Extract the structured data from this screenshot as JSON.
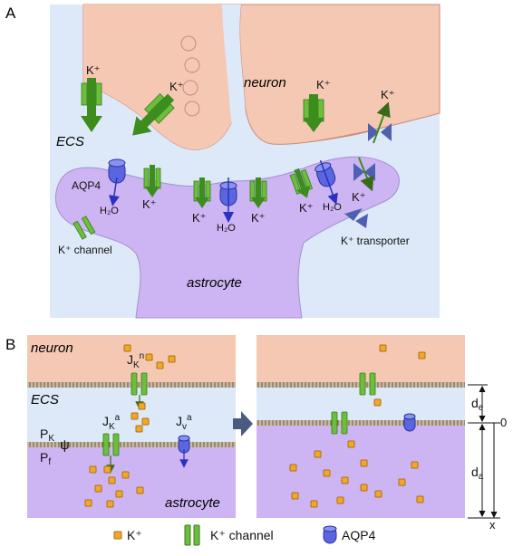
{
  "panels": {
    "a": {
      "letter": "A",
      "regions": {
        "neuron": "neuron",
        "ecs": "ECS",
        "astrocyte": "astrocyte"
      },
      "ion": "K⁺",
      "water": "H₂O",
      "labels": {
        "aqp4": "AQP4",
        "k_channel": "K⁺ channel",
        "k_transporter": "K⁺ transporter"
      }
    },
    "b": {
      "letter": "B",
      "regions": {
        "neuron": "neuron",
        "ecs": "ECS",
        "astrocyte": "astrocyte"
      },
      "flux_neuron": {
        "base": "J",
        "sub": "K",
        "sup": "n"
      },
      "flux_astro_k": {
        "base": "J",
        "sub": "K",
        "sup": "a"
      },
      "flux_astro_v": {
        "base": "J",
        "sub": "v",
        "sup": "a"
      },
      "p_k": {
        "base": "P",
        "sub": "K"
      },
      "p_f": {
        "base": "P",
        "sub": "f"
      },
      "psi": "ψ",
      "dims": {
        "de": {
          "base": "d",
          "sub": "e"
        },
        "da": {
          "base": "d",
          "sub": "a"
        },
        "zero": "0",
        "x": "x"
      }
    }
  },
  "legend": {
    "ion": "K⁺",
    "channel": "K⁺ channel",
    "aqp4": "AQP4"
  },
  "colors": {
    "neuron": "#f5c8b4",
    "ecs": "#dde9f8",
    "astrocyte": "#cdb4f2",
    "channel": "#6cbf3d",
    "arrow_green": "#3c8c1e",
    "aqp4": "#5a66e0",
    "transporter": "#5060b0",
    "ion": "#f0a82a",
    "membrane": "#7a6a55"
  }
}
